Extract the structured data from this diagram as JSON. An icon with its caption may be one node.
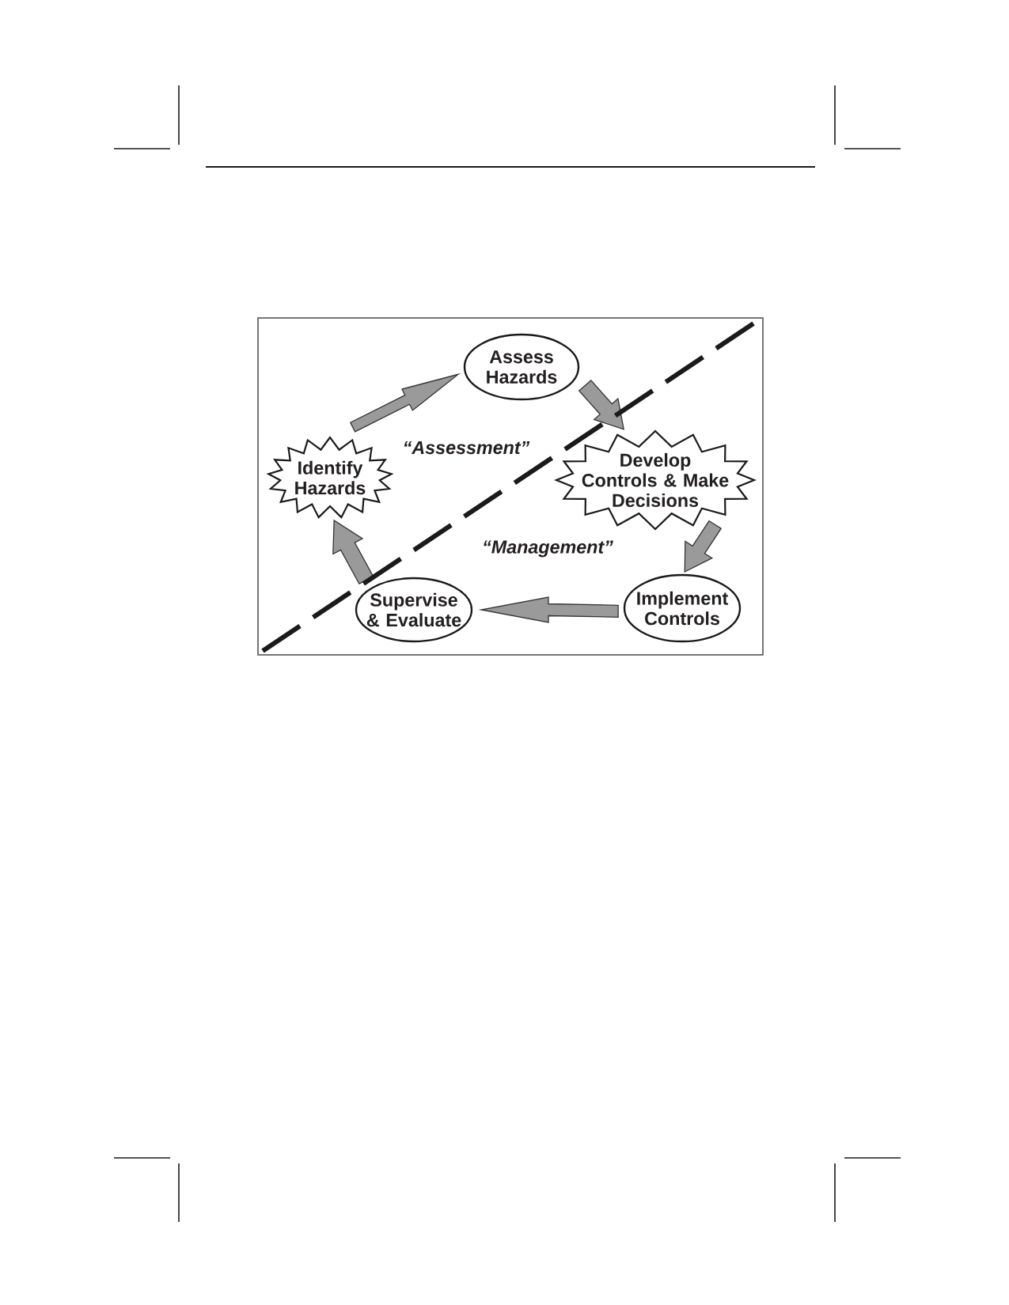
{
  "diagram": {
    "nodes": [
      {
        "text": [
          "Identify Hazards"
        ]
      },
      {
        "text": [
          "Assess Hazards"
        ]
      },
      {
        "text": [
          "Develop Controls & Make Decisions"
        ]
      },
      {
        "text": [
          "Implement Controls"
        ]
      },
      {
        "text": [
          "Supervise & Evaluate"
        ]
      }
    ],
    "edges": [
      {
        "from": 0,
        "to": 1,
        "arrow": "to"
      },
      {
        "from": 1,
        "to": 2,
        "arrow": "to"
      },
      {
        "from": 2,
        "to": 3,
        "arrow": "to"
      },
      {
        "from": 3,
        "to": 4,
        "arrow": "to"
      },
      {
        "from": 4,
        "to": 0,
        "arrow": "to"
      }
    ],
    "labels": [
      "“Assessment”",
      "“Management”"
    ]
  }
}
